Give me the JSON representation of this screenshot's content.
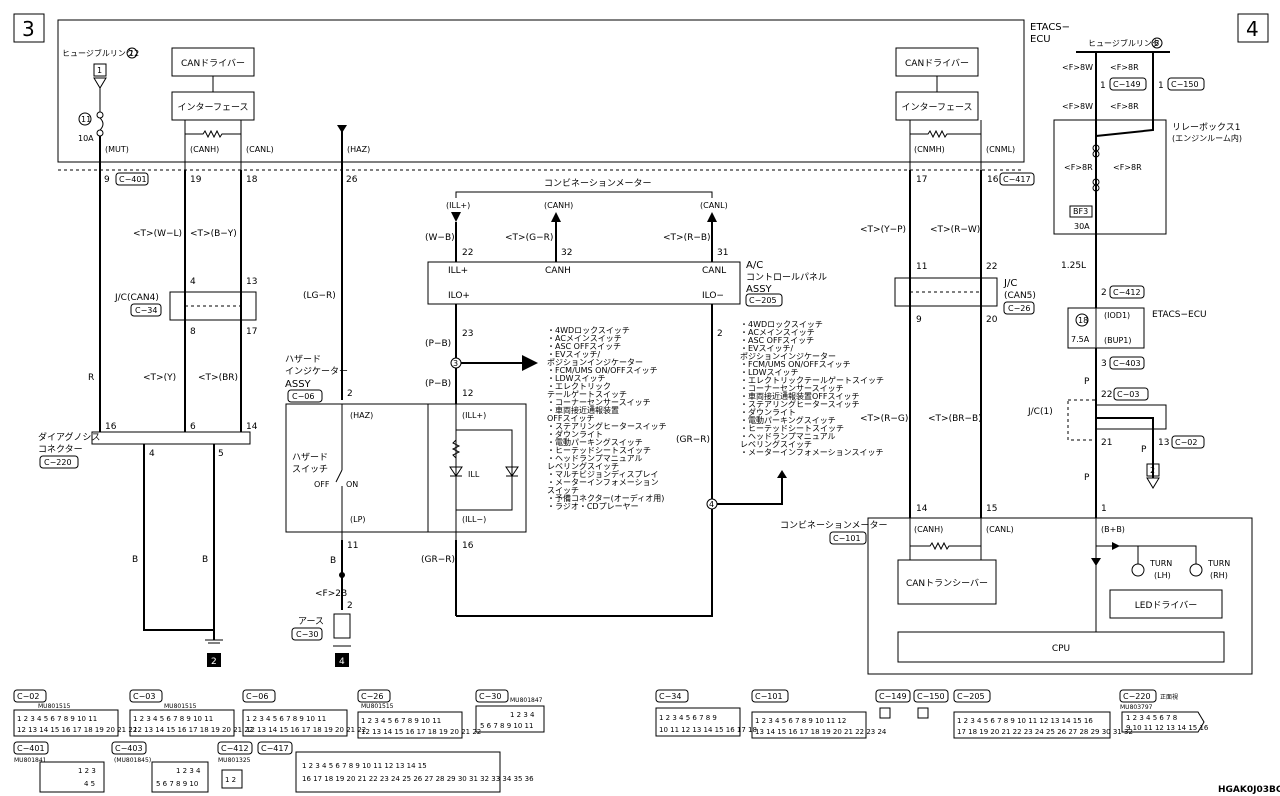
{
  "page_marks": {
    "left": "3",
    "right": "4"
  },
  "doc_code": "HGAK0J03BC",
  "etacs": {
    "title1": "ETACS−",
    "title2": "ECU",
    "can_driver": "CANドライバー",
    "interface": "インターフェース",
    "sig_mut": "(MUT)",
    "sig_canh": "(CANH)",
    "sig_canl": "(CANL)",
    "sig_haz": "(HAZ)",
    "sig_cnmh": "(CNMH)",
    "sig_cnml": "(CNML)",
    "pin9": "9",
    "pin19": "19",
    "pin18": "18",
    "pin26": "26",
    "pin17": "17",
    "pin16": "16",
    "conn_c401": "C−401",
    "conn_c417": "C−417"
  },
  "fusible_left": {
    "label": "ヒュージブルリンク",
    "num": "12",
    "box": "1",
    "fuse_num": "11",
    "amp": "10A"
  },
  "fusible_right": {
    "label": "ヒュージブルリンク",
    "num": "6",
    "f8w_1": "<F>8W",
    "f8r_1": "<F>8R",
    "f8w_2": "<F>8W",
    "f8r_2": "<F>8R",
    "pin1a": "1",
    "c149": "C−149",
    "pin1b": "1",
    "c150": "C−150"
  },
  "relay_box": {
    "label1": "リレーボックス1",
    "label2": "(エンジンルーム内)",
    "f8r_l": "<F>8R",
    "f8r_r": "<F>8R",
    "bf3": "BF3",
    "amp": "30A"
  },
  "wires": {
    "r": "R",
    "ty": "<T>(Y)",
    "tbr": "<T>(BR)",
    "twl": "<T>(W−L)",
    "tby": "<T>(B−Y)",
    "lgr": "(LG−R)",
    "b1": "B",
    "b2": "B",
    "b3": "B",
    "typ": "<T>(Y−P)",
    "trw": "<T>(R−W)",
    "trg": "<T>(R−G)",
    "tbrb": "<T>(BR−B)",
    "l125": "1.25L",
    "p1": "P",
    "p2": "P",
    "p3": "P",
    "wb": "(W−B)",
    "tgr": "<T>(G−R)",
    "trb": "<T>(R−B)",
    "pb1": "(P−B)",
    "pb2": "(P−B)",
    "grr1": "(GR−R)",
    "grr2": "(GR−R)",
    "f2b": "<F>2B"
  },
  "jc_can4": {
    "label": "J/C(CAN4)",
    "conn": "C−34",
    "p4": "4",
    "p13": "13",
    "p8": "8",
    "p17": "17"
  },
  "jc_can5": {
    "label1": "J/C",
    "label2": "(CAN5)",
    "conn": "C−26",
    "p11": "11",
    "p22": "22",
    "p9": "9",
    "p20": "20"
  },
  "diag": {
    "label1": "ダイアグノシス",
    "label2": "コネクター",
    "conn": "C−220",
    "p16": "16",
    "p6": "6",
    "p14": "14",
    "p4": "4",
    "p5": "5"
  },
  "grounds": {
    "g2": "2",
    "g4": "4",
    "earth": "アース",
    "earth_conn": "C−30",
    "earth_pin": "2"
  },
  "hazard": {
    "label1": "ハザード",
    "label2": "インジケーター",
    "label3": "ASSY",
    "conn": "C−06",
    "pin2": "2",
    "haz": "(HAZ)",
    "sw1": "ハザード",
    "sw2": "スイッチ",
    "off": "OFF",
    "on": "ON",
    "lp": "(LP)",
    "pin11": "11"
  },
  "meter_top": {
    "title": "コンビネーションメーター",
    "ill": "(ILL+)",
    "canh": "(CANH)",
    "canl": "(CANL)"
  },
  "ac_panel": {
    "label1": "A/C",
    "label2": "コントロールパネル",
    "label3": "ASSY",
    "conn": "C−205",
    "pin22": "22",
    "pin32": "32",
    "pin31": "31",
    "ill_plus": "ILL+",
    "canh": "CANH",
    "canl": "CANL",
    "ilo_plus": "ILO+",
    "ilo_minus": "ILO−",
    "pin23": "23",
    "pin2": "2"
  },
  "switch_module": {
    "pin12": "12",
    "ill_plus": "(ILL+)",
    "ill_minus": "(ILL−)",
    "ill": "ILL",
    "pin16": "16",
    "node3": "3",
    "node4": "4"
  },
  "switch_list": [
    "・4WDロックスイッチ",
    "・ACメインスイッチ",
    "・ASC OFFスイッチ",
    "・EVスイッチ/",
    "  ポジションインジケーター",
    "・FCM/UMS ON/OFFスイッチ",
    "・LDWスイッチ",
    "・エレクトリック",
    "  テールゲートスイッチ",
    "・コーナーセンサースイッチ",
    "・車両接近通報装置",
    "  OFFスイッチ",
    "・ステアリングヒータースイッチ",
    "・ダウンライト",
    "・電動パーキングスイッチ",
    "・ヒーテッドシートスイッチ",
    "・ヘッドランプマニュアル",
    "  レベリングスイッチ",
    "・マルチビジョンディスプレイ",
    "・メーターインフォメーション",
    "  スイッチ",
    "・予備コネクター(オーディオ用)",
    "・ラジオ・CDプレーヤー"
  ],
  "switch_list2": [
    "・4WDロックスイッチ",
    "・ACメインスイッチ",
    "・ASC OFFスイッチ",
    "・EVスイッチ/",
    "  ポジションインジケーター",
    "・FCM/UMS ON/OFFスイッチ",
    "・LDWスイッチ",
    "・エレクトリックテールゲートスイッチ",
    "・コーナーセンサースイッチ",
    "・車両接近通報装置OFFスイッチ",
    "・ステアリングヒータースイッチ",
    "・ダウンライト",
    "・電動パーキングスイッチ",
    "・ヒーテッドシートスイッチ",
    "・ヘッドランプマニュアル",
    "  レベリングスイッチ",
    "・メーターインフォメーションスイッチ"
  ],
  "etacs_right": {
    "label": "ETACS−ECU",
    "pin2": "2",
    "c412": "C−412",
    "ioD1": "(IOD1)",
    "bup1": "(BUP1)",
    "fuse": "18",
    "amp": "7.5A",
    "pin3": "3",
    "c403": "C−403"
  },
  "jc1": {
    "label": "J/C(1)",
    "conn": "C−03",
    "p22": "22",
    "p21": "21",
    "p13": "13",
    "c02": "C−02",
    "g2": "2"
  },
  "meter_bottom": {
    "label": "コンビネーションメーター",
    "conn": "C−101",
    "p14": "14",
    "p15": "15",
    "p1": "1",
    "canh": "(CANH)",
    "canl": "(CANL)",
    "bb": "(B+B)",
    "transceiver": "CANトランシーバー",
    "turn_lh1": "TURN",
    "turn_lh2": "(LH)",
    "turn_rh1": "TURN",
    "turn_rh2": "(RH)",
    "led": "LEDドライバー",
    "cpu": "CPU"
  },
  "conn_table": {
    "c02": {
      "name": "C−02",
      "part": "MU801515",
      "r1": "1 2 3 4 5 6 7 8 9 10 11",
      "r2": "12 13 14 15 16 17 18 19 20 21 22"
    },
    "c03": {
      "name": "C−03",
      "part": "MU801515",
      "r1": "1 2 3 4 5 6 7 8 9 10 11",
      "r2": "12 13 14 15 16 17 18 19 20 21 22"
    },
    "c06": {
      "name": "C−06",
      "r1": "1 2 3 4 5 6 7 8 9 10 11",
      "r2": "12 13 14 15 16 17 18 19 20 21 22"
    },
    "c26": {
      "name": "C−26",
      "part": "MU801515",
      "r1": "1 2 3 4 5 6 7 8 9 10 11",
      "r2": "12 13 14 15 16 17 18 19 20 21 22"
    },
    "c30": {
      "name": "C−30",
      "part": "MU801847",
      "r1": "1 2 3 4",
      "r2": "5 6 7 8 9 10 11"
    },
    "c34": {
      "name": "C−34",
      "r1": "1 2 3 4 5 6 7 8 9",
      "r2": "10 11 12 13 14 15 16 17 18"
    },
    "c101": {
      "name": "C−101",
      "r1": "1 2 3 4 5 6 7 8 9 10 11 12",
      "r2": "13 14 15 16 17 18 19 20 21 22 23 24"
    },
    "c149": {
      "name": "C−149"
    },
    "c150": {
      "name": "C−150"
    },
    "c205": {
      "name": "C−205",
      "r1": "1 2 3 4 5 6 7 8 9 10 11 12 13 14 15 16",
      "r2": "17 18 19 20 21 22 23 24 25 26 27 28 29 30 31 32"
    },
    "c220": {
      "name": "C−220",
      "part": "MU803797",
      "note": "正面視",
      "r1": "1 2 3 4 5 6 7 8",
      "r2": "9 10 11 12 13 14 15 16"
    },
    "c401": {
      "name": "C−401",
      "part": "MU801841",
      "r1": "1 2 3",
      "r2": "4 5"
    },
    "c403": {
      "name": "C−403",
      "part": "(MU801845)",
      "r1": "1 2 3 4",
      "r2": "5 6 7 8 9 10"
    },
    "c412": {
      "name": "C−412",
      "part": "MU801325",
      "r1": "1 2"
    },
    "c417": {
      "name": "C−417",
      "r1": "1 2 3 4 5 6 7 8 9 10 11 12 13 14 15",
      "r2": "16 17 18 19 20 21 22 23 24 25 26 27 28 29 30 31 32 33 34 35 36"
    }
  }
}
